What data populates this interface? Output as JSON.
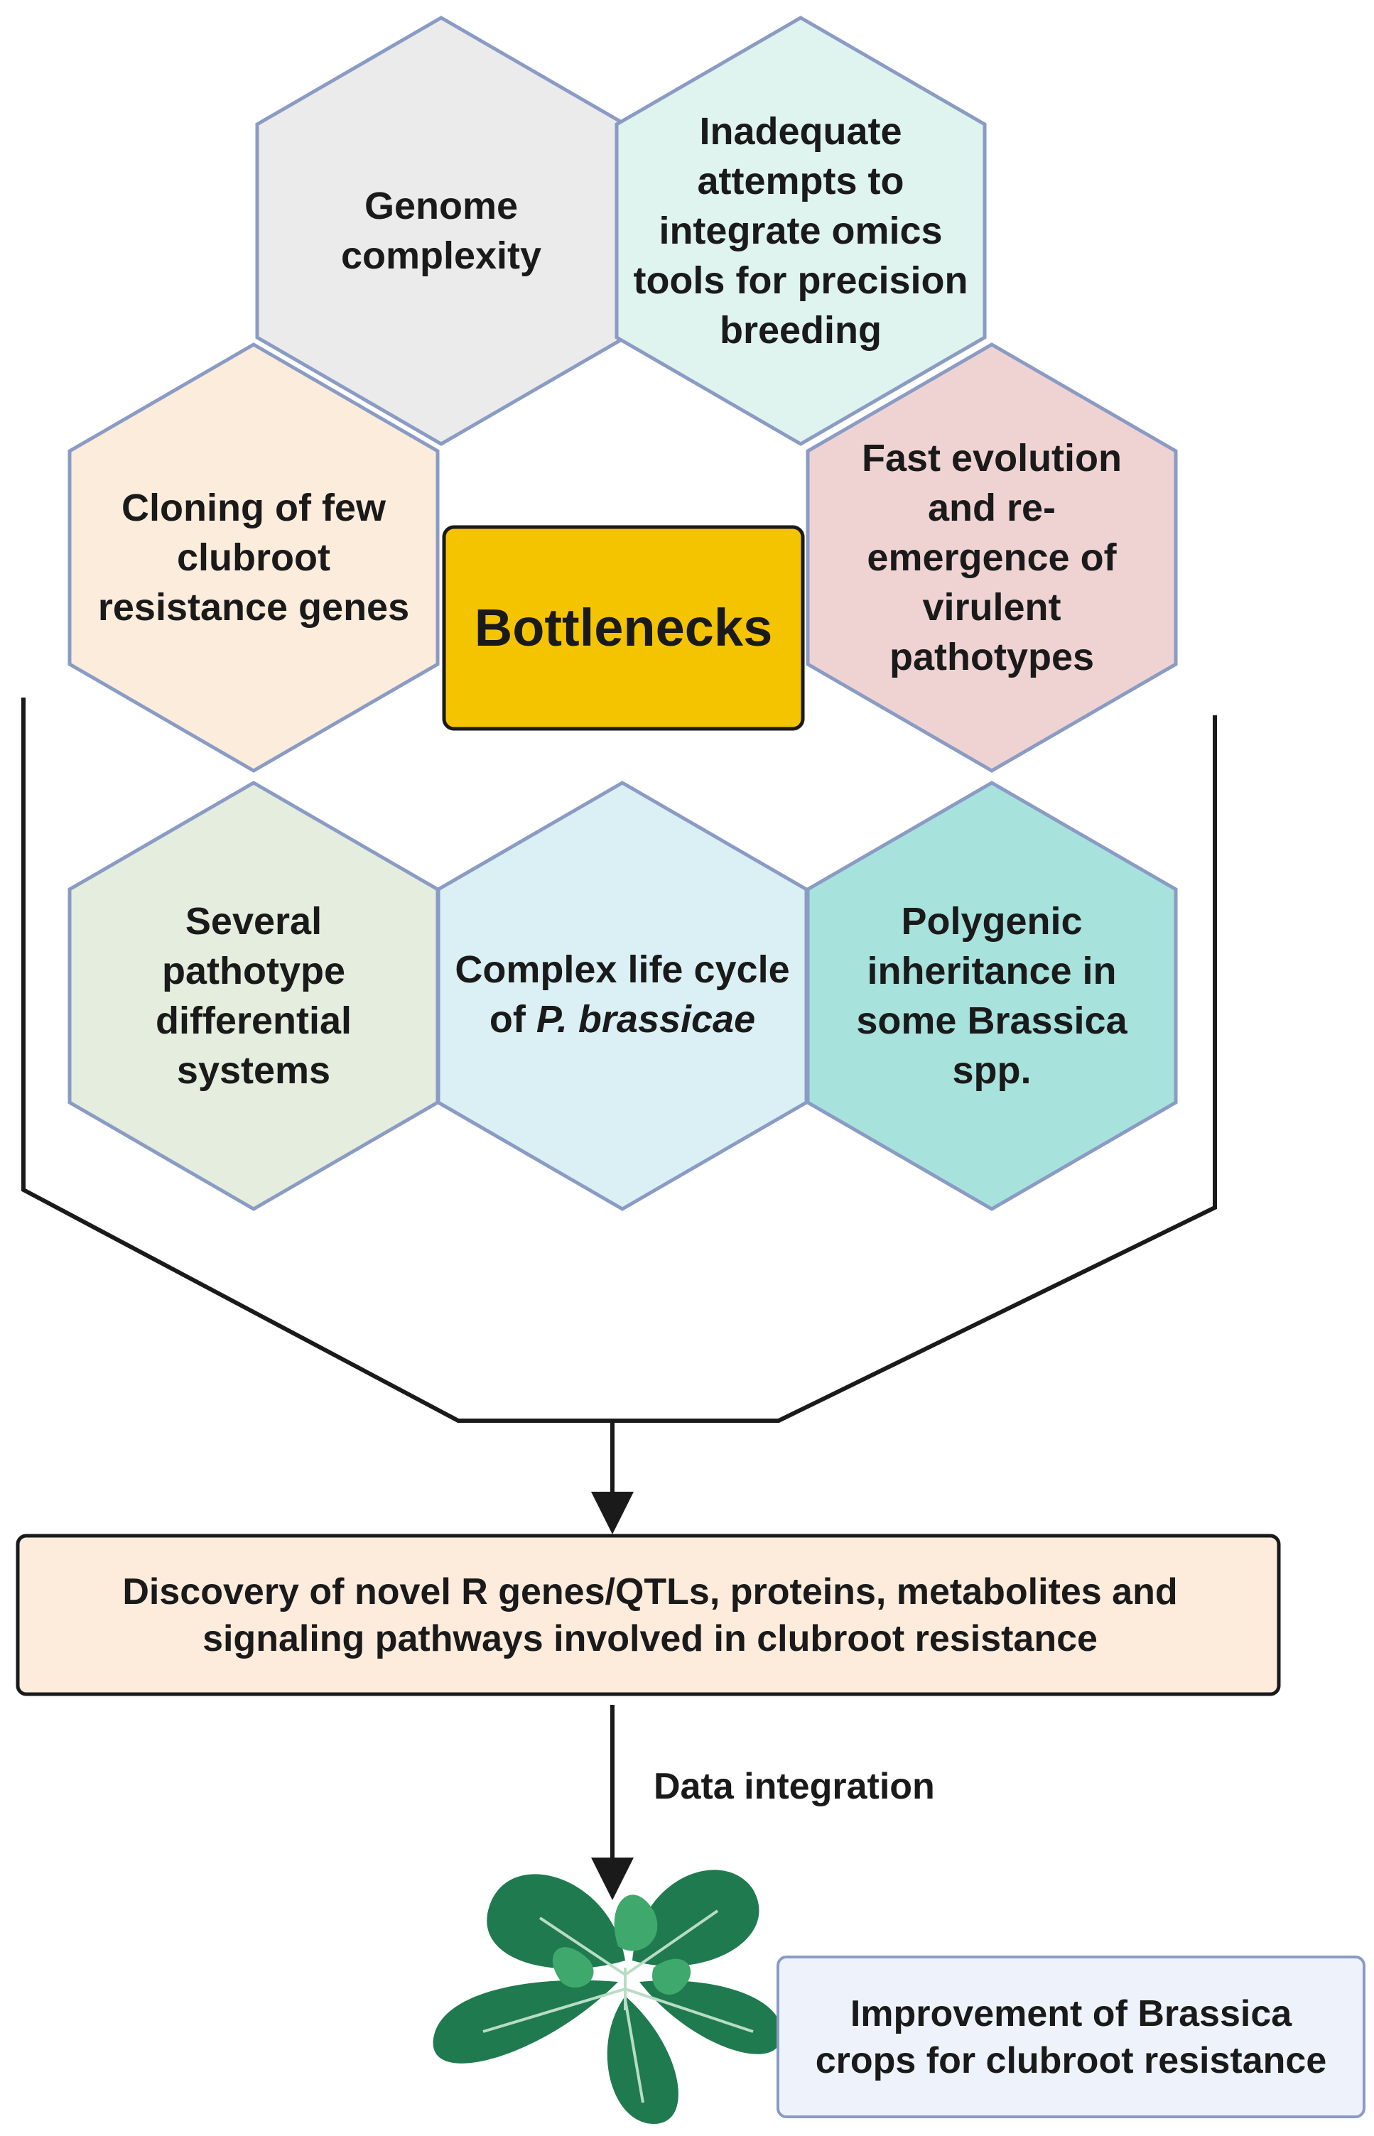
{
  "center": {
    "label": "Bottlenecks",
    "color": "#f5c400"
  },
  "hexagons": [
    {
      "id": "genome-complexity",
      "lines": [
        "Genome",
        "complexity"
      ],
      "fill": "#ebebeb"
    },
    {
      "id": "omics-integration",
      "lines": [
        "Inadequate",
        "attempts to",
        "integrate omics",
        "tools for precision",
        "breeding"
      ],
      "fill": "#dff3ef"
    },
    {
      "id": "cloning-genes",
      "lines": [
        "Cloning of few",
        "clubroot",
        "resistance genes"
      ],
      "fill": "#fcecdc"
    },
    {
      "id": "fast-evolution",
      "lines": [
        "Fast evolution",
        "and re-",
        "emergence of",
        "virulent",
        "pathotypes"
      ],
      "fill": "#efd3d3"
    },
    {
      "id": "pathotype-systems",
      "lines": [
        "Several",
        "pathotype",
        "differential",
        "systems"
      ],
      "fill": "#e4edde"
    },
    {
      "id": "life-cycle",
      "lines": [
        "Complex life cycle"
      ],
      "line2_prefix": "of ",
      "line2_italic": "P. brassicae",
      "fill": "#dbf0f4"
    },
    {
      "id": "polygenic",
      "lines": [
        "Polygenic",
        "inheritance in",
        "some Brassica",
        "spp."
      ],
      "fill": "#a8e2dd"
    }
  ],
  "discovery_box": {
    "text": "Discovery of novel R genes/QTLs, proteins, metabolites and signaling pathways involved in clubroot resistance",
    "fill": "#fdebdc"
  },
  "arrow_label": "Data integration",
  "outcome_box": {
    "text": "Improvement of Brassica crops for clubroot resistance",
    "fill": "#eef3fb"
  },
  "colors": {
    "hex_stroke": "#8a9bc4",
    "line": "#1a1a1a",
    "leaf_dark": "#1f7a4f",
    "leaf_light": "#3fa86c"
  }
}
